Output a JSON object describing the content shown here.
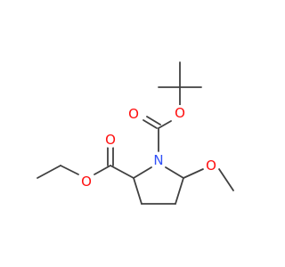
{
  "molecule": {
    "atoms": [
      {
        "id": "O1",
        "symbol": "O",
        "color": "#ff0d0d"
      },
      {
        "id": "O2",
        "symbol": "O",
        "color": "#ff0d0d"
      },
      {
        "id": "N1",
        "symbol": "N",
        "color": "#3050f8"
      },
      {
        "id": "O3",
        "symbol": "O",
        "color": "#ff0d0d"
      },
      {
        "id": "O4",
        "symbol": "O",
        "color": "#ff0d0d"
      },
      {
        "id": "O5",
        "symbol": "O",
        "color": "#ff0d0d"
      }
    ],
    "bond_color": "#404040",
    "background": "#ffffff"
  }
}
